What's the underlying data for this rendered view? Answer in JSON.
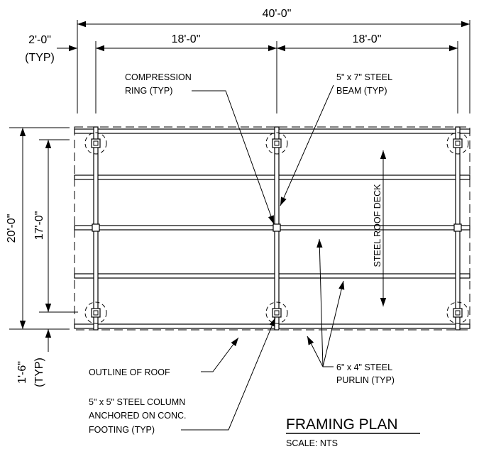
{
  "dimensions": {
    "overall": "40'-0\"",
    "bay_left": "18'-0\"",
    "bay_right": "18'-0\"",
    "overhang_x": "2'-0\"",
    "overhang_x_note": "(TYP)",
    "depth_overall": "20'-0\"",
    "depth_inner": "17'-0\"",
    "overhang_y": "1'-6\"",
    "overhang_y_note": "(TYP)"
  },
  "callouts": {
    "ring_line1": "COMPRESSION",
    "ring_line2": "RING (TYP)",
    "beam_line1": "5\" x 7\" STEEL",
    "beam_line2": "BEAM (TYP)",
    "deck": "STEEL ROOF DECK",
    "outline": "OUTLINE OF ROOF",
    "purlin_line1": "6\" x 4\" STEEL",
    "purlin_line2": "PURLIN (TYP)",
    "column_line1": "5\" x 5\" STEEL COLUMN",
    "column_line2": "ANCHORED ON CONC.",
    "column_line3": "FOOTING (TYP)"
  },
  "title": {
    "main": "FRAMING PLAN",
    "scale": "SCALE: NTS"
  }
}
